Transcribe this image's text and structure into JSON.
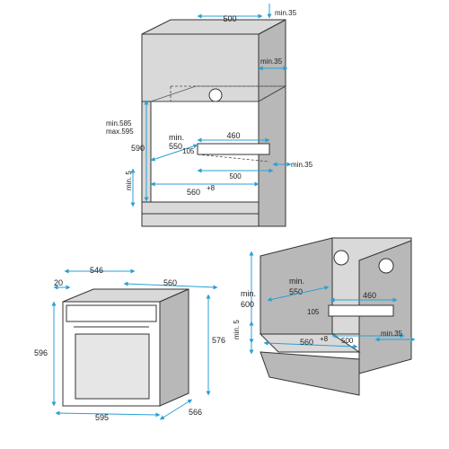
{
  "tall_cabinet": {
    "top_width": "500",
    "top_min_gap": "min.35",
    "side_min_gap": "min.35",
    "height_range_min": "min.585",
    "height_range_max": "max.595",
    "height": "590",
    "depth_min": "min.",
    "depth_min_value": "550",
    "vent_width": "460",
    "vent_height": "105",
    "bottom_inner_width": "500",
    "back_min_gap": "min.35",
    "plinth_min": "min. 5",
    "width": "560",
    "width_tolerance": "+8"
  },
  "oven": {
    "depth_total": "546",
    "front_depth": "20",
    "top_width": "560",
    "height_left": "596",
    "height_right": "576",
    "front_width": "595",
    "side_depth": "566"
  },
  "base_cabinet": {
    "height_min": "min.",
    "height_min_value": "600",
    "depth_min": "min.",
    "depth_min_value": "550",
    "vent_width": "460",
    "vent_height": "105",
    "plinth_min": "min. 5",
    "width": "560",
    "width_tolerance": "+8",
    "inner_width": "500",
    "back_min_gap": "min.35"
  },
  "colors": {
    "accent": "#2b9fd3",
    "cabinet": "#d9d9d9",
    "line": "#333333"
  }
}
